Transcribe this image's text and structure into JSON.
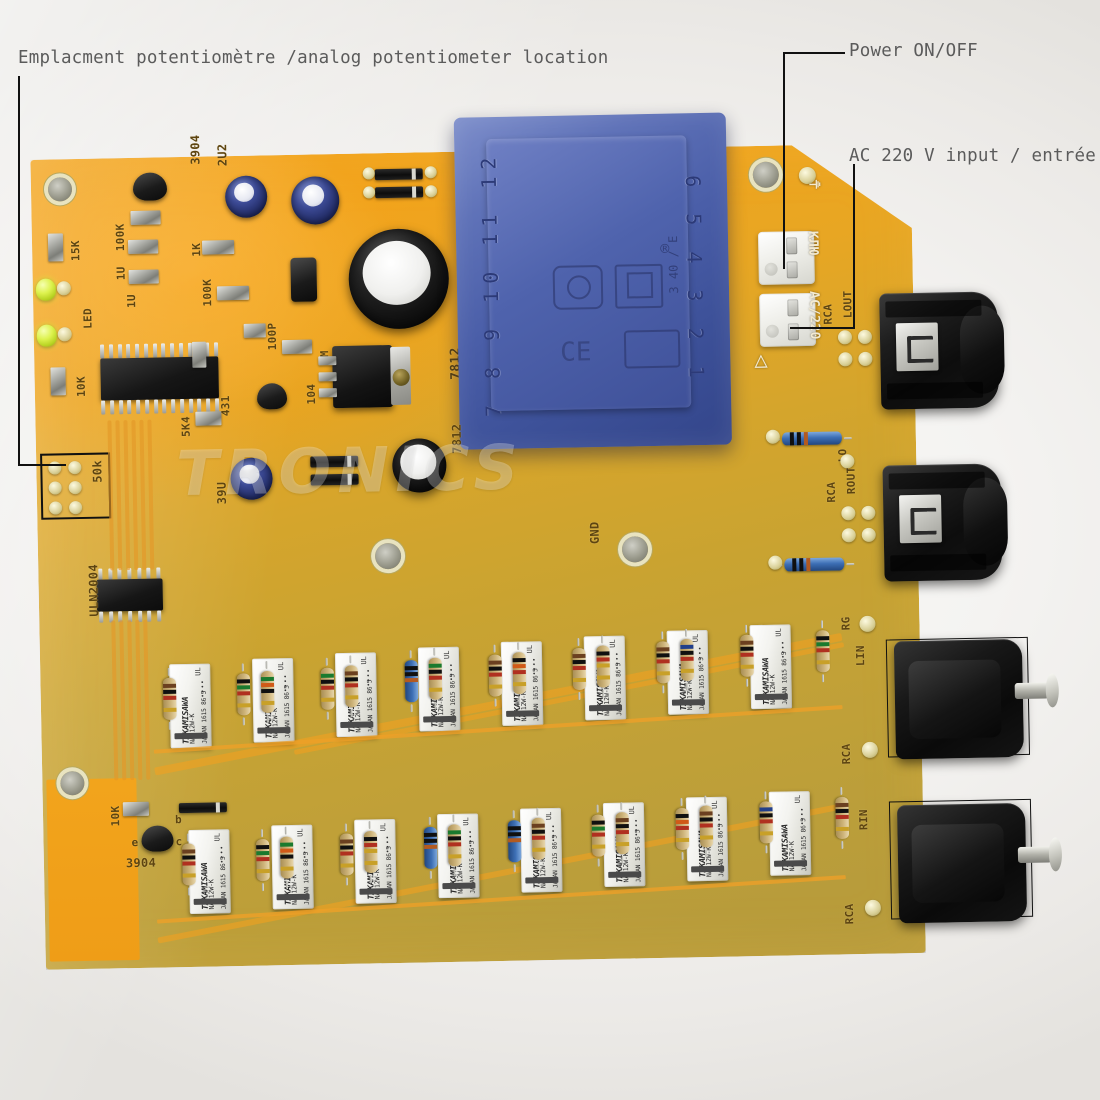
{
  "scene": {
    "subject": "annotated photograph of a relay-switched audio attenuator / input selector PCB",
    "background_color": "#f2f1ef",
    "pcb_color": "#e8a623",
    "pcb_color_dark": "#b59a3c"
  },
  "annotations": [
    {
      "id": "potentiometer",
      "text": "Emplacment potentiomètre /analog potentiometer location",
      "points_to": "50k potentiometer header pads, lower-left of board"
    },
    {
      "id": "power",
      "text": "Power ON/OFF",
      "points_to": "upper white screw terminal"
    },
    {
      "id": "ac-input",
      "text": "AC 220 V input / entrée",
      "points_to": "lower white screw terminal"
    }
  ],
  "watermark": "TRONICS",
  "silkscreen": {
    "left_block": [
      "3904",
      "2U2",
      "100K",
      "1U",
      "1U",
      "15K",
      "LED",
      "10K",
      "1K",
      "100K",
      "100P",
      "1M",
      "431",
      "5K4",
      "104",
      "50k",
      "ULN2004",
      "39U",
      "39U"
    ],
    "values": {
      "q1": "3904",
      "c_2u2": "2U2",
      "r_100k_a": "100K",
      "c_1u_a": "1U",
      "c_1u_b": "1U",
      "r_15k": "15K",
      "led": "LED",
      "r_10k_top": "10K",
      "r_1k": "1K",
      "r_100k_b": "100K",
      "c_100p": "100P",
      "r_1m": "1M",
      "u_431": "431",
      "r_5k4": "5K4",
      "c_104": "104",
      "pot_50k": "50k",
      "driver": "ULN2004",
      "c_39u": "39U",
      "reg": "7812",
      "r_10k_bottom": "10K",
      "q2": "3904",
      "q2_pin_b": "b",
      "q2_pin_e": "e",
      "q2_pin_c": "c",
      "gnd": "GND"
    },
    "connector_labels": {
      "top_terminal": "КЛЮ",
      "bottom_terminal": "AC/220",
      "warning": "⚠"
    },
    "jack_labels": [
      "LOUT",
      "RCA",
      "LO",
      "ROUT",
      "RCA",
      "RG",
      "LIN",
      "RCA",
      "RIN",
      "RCA"
    ]
  },
  "components": {
    "transformer": {
      "type": "encapsulated PCB mains transformer",
      "color": "#4a5ea8",
      "pins_left": "7 8 9 10 11 12",
      "pins_right": "6 5 4 3 2 1",
      "markings": [
        "CE",
        "3 40 / E",
        "class II square-in-square",
        "thermal fuse symbol"
      ]
    },
    "relay": {
      "brand": "TAKAMISAWA",
      "part": "NA 12W-K",
      "lot": "JAPAN 1615 86 5",
      "cert": "UL",
      "dots": "••••",
      "count_top_row": 8,
      "count_bottom_row": 8
    },
    "regulator": "7812",
    "driver_ic": "ULN2004",
    "shunt_ref": "431",
    "leds": 2,
    "jacks": {
      "trs_outputs": 2,
      "rca_inputs": 2
    },
    "terminals": 2
  }
}
